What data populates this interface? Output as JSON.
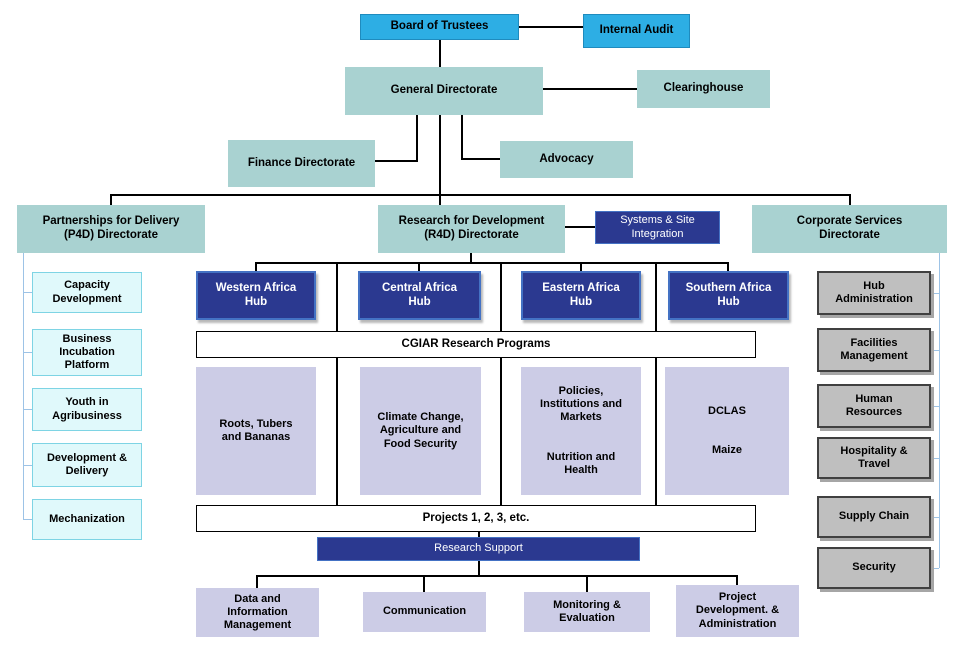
{
  "nodes": {
    "board": "Board of Trustees",
    "internal_audit": "Internal Audit",
    "general_directorate": "General Directorate",
    "clearinghouse": "Clearinghouse",
    "finance": "Finance Directorate",
    "advocacy": "Advocacy",
    "p4d": "Partnerships for Delivery\n(P4D) Directorate",
    "r4d": "Research for Development\n(R4D) Directorate",
    "systems_site": "Systems & Site\nIntegration",
    "corporate": "Corporate Services\nDirectorate",
    "cgiar": "CGIAR  Research Programs",
    "projects": "Projects 1, 2, 3, etc.",
    "research_support": "Research  Support"
  },
  "p4d_units": [
    "Capacity\nDevelopment",
    "Business\nIncubation\nPlatform",
    "Youth in\nAgribusiness",
    "Development &\nDelivery",
    "Mechanization"
  ],
  "hubs": [
    "Western Africa\nHub",
    "Central Africa\nHub",
    "Eastern Africa\nHub",
    "Southern Africa\nHub"
  ],
  "programs": [
    {
      "text1": "Roots,  Tubers\nand Bananas",
      "text2": ""
    },
    {
      "text1": "Climate Change,\nAgriculture and\nFood Security",
      "text2": ""
    },
    {
      "text1": "Policies,\nInstitutions  and\nMarkets",
      "text2": "Nutrition and\nHealth"
    },
    {
      "text1": "DCLAS",
      "text2": "Maize"
    }
  ],
  "research_support_units": [
    "Data and\nInformation\nManagement",
    "Communication",
    "Monitoring &\nEvaluation",
    "Project\nDevelopment. &\nAdministration"
  ],
  "corporate_units": [
    "Hub\nAdministration",
    "Facilities\nManagement",
    "Human\nResources",
    "Hospitality &\nTravel",
    "Supply Chain",
    "Security"
  ],
  "colors": {
    "bright_blue": "#2DAEE4",
    "teal": "#A9D2D1",
    "navy": "#2B3990",
    "navy_border": "#4472C4",
    "lavender": "#CCCCE6",
    "pale_cyan": "#E0F9FB",
    "gray": "#BFBFBF",
    "connector_black": "#000000",
    "connector_blue": "#9DC3E6"
  }
}
